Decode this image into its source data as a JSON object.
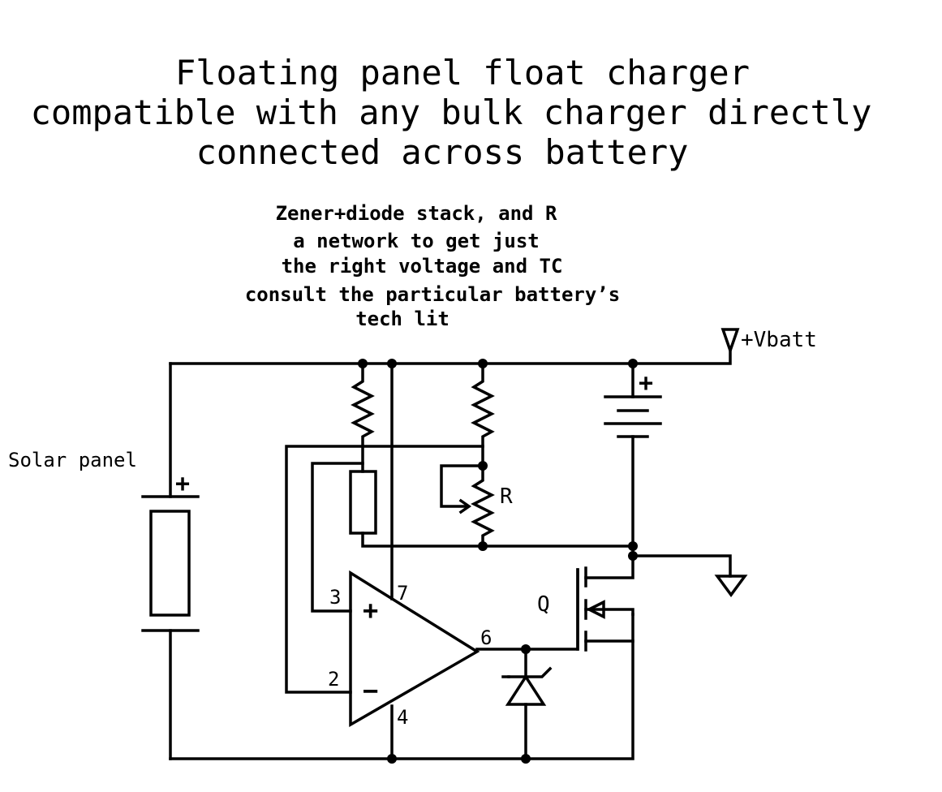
{
  "title": {
    "lines": [
      "Floating panel float charger",
      "compatible with any bulk charger directly",
      "connected across battery"
    ]
  },
  "note": {
    "lines": [
      "Zener+diode stack, and R",
      "a network to get just",
      "the right voltage and TC",
      "consult the particular battery’s",
      "tech lit"
    ]
  },
  "labels": {
    "solar_panel": "Solar panel",
    "vbatt": "+Vbatt",
    "pot": "R",
    "mosfet": "Q",
    "panel_plus": "+",
    "battery_plus": "+",
    "opamp_plus": "+",
    "opamp_minus": "−"
  },
  "pins": {
    "in_plus": "3",
    "in_minus": "2",
    "vcc": "7",
    "gnd": "4",
    "out": "6"
  }
}
